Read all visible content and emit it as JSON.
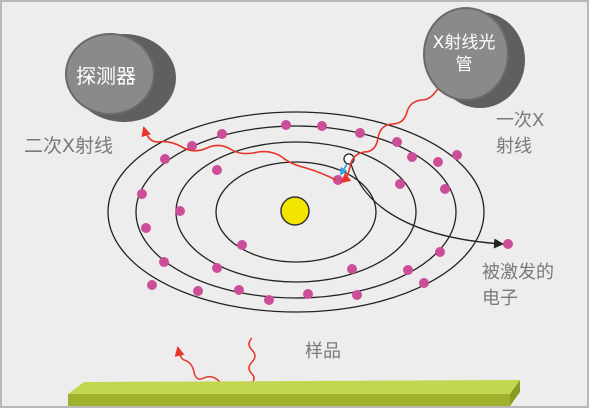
{
  "labels": {
    "detector": "探测器",
    "xray_tube_line1": "X射线光",
    "xray_tube_line2": "管",
    "secondary_xray": "二次X射线",
    "primary_xray_line1": "一次X",
    "primary_xray_line2": "射线",
    "excited_electron_line1": "被激发的",
    "excited_electron_line2": "电子",
    "sample": "样品"
  },
  "colors": {
    "background": "#ededed",
    "device_body": "#6f6f6f",
    "device_face": "#8a8a8a",
    "ray": "#e8352b",
    "electron": "#cc4d98",
    "nucleus": "#f2e600",
    "orbit": "#222222",
    "sample_top": "#c3d64f",
    "sample_front": "#9fb02c",
    "label_gray": "#7a7a7a",
    "label_white": "#ffffff",
    "transition_arrow": "#3a9ee4"
  },
  "icons": {
    "detector": "cylinder-detector-icon",
    "xray_tube": "cylinder-xray-tube-icon"
  }
}
